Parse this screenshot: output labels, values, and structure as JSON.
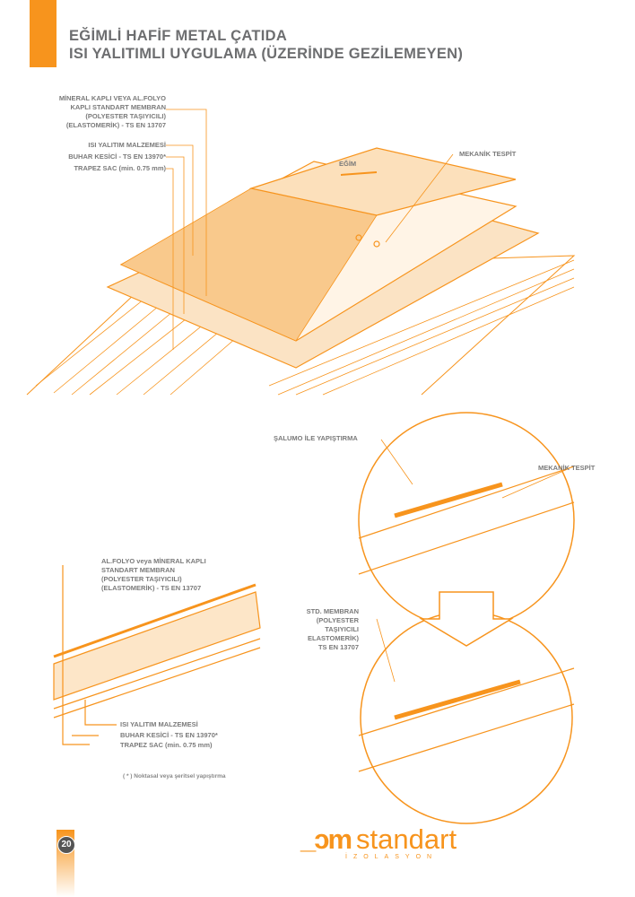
{
  "title": {
    "line1": "EĞİMLİ HAFİF METAL ÇATIDA",
    "line2": "ISI YALITIMLI UYGULAMA (ÜZERİNDE GEZİLEMEYEN)"
  },
  "top_diagram": {
    "labels": [
      "MİNERAL KAPLI VEYA AL.FOLYO",
      "KAPLI STANDART MEMBRAN",
      "(POLYESTER TAŞIYICILI)",
      "(ELASTOMERİK) - TS EN 13707"
    ],
    "insulation": "ISI YALITIM MALZEMESİ",
    "vapor": "BUHAR KESİCİ - TS EN 13970*",
    "trapez": "TRAPEZ SAC (min. 0.75 mm)",
    "mech": "MEKANİK TESPİT",
    "slope": "EĞİM"
  },
  "detail": {
    "salumo": "ŞALUMO İLE YAPIŞTIRMA",
    "mech": "MEKANİK TESPİT",
    "std": [
      "STD. MEMBRAN",
      "(POLYESTER",
      "TAŞIYICILI",
      "ELASTOMERİK)",
      "TS EN 13707"
    ]
  },
  "section": {
    "membrane": [
      "AL.FOLYO veya MİNERAL KAPLI",
      "STANDART MEMBRAN",
      "(POLYESTER TAŞIYICILI)",
      "(ELASTOMERİK)   - TS EN 13707"
    ],
    "insulation": "ISI YALITIM MALZEMESİ",
    "vapor": "BUHAR KESİCİ   - TS EN 13970*",
    "trapez": "TRAPEZ SAC (min. 0.75 mm)"
  },
  "note": "( * )  Noktasal veya şeritsel yapıştırma",
  "footer": {
    "page": "20",
    "logo": "standart",
    "logo_sub": "İZOLASYON"
  }
}
